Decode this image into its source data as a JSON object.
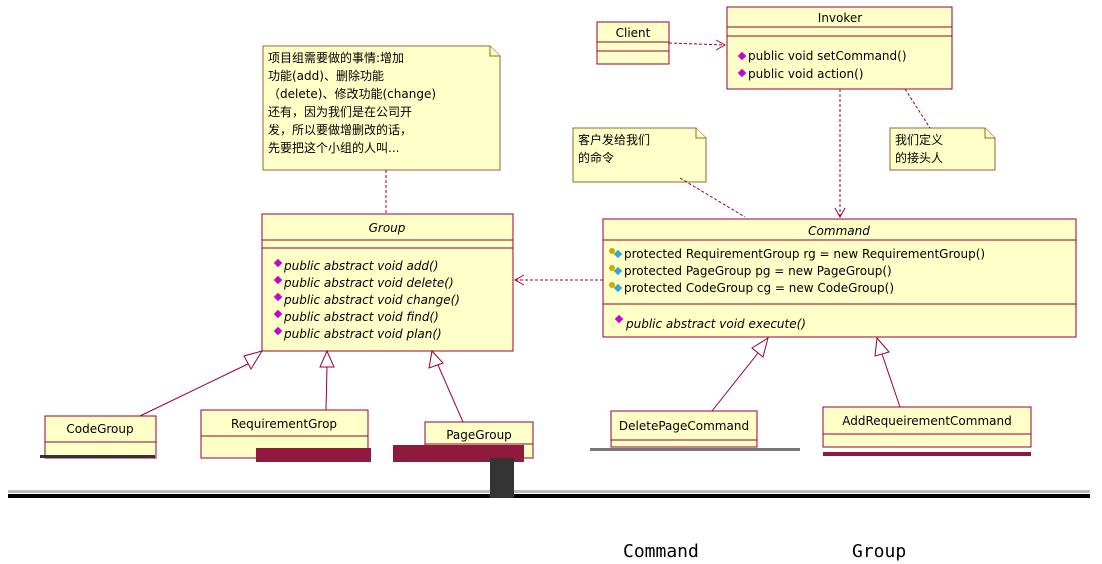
{
  "classes": {
    "client": {
      "name": "Client"
    },
    "invoker": {
      "name": "Invoker",
      "ops": [
        "public void setCommand()",
        "public void action()"
      ]
    },
    "group": {
      "name": "Group",
      "ops": [
        "public abstract void add()",
        "public abstract void delete()",
        "public abstract void change()",
        "public abstract void find()",
        "public abstract void plan()"
      ]
    },
    "command": {
      "name": "Command",
      "attrs": [
        "protected RequirementGroup rg = new RequirementGroup()",
        "protected PageGroup pg = new PageGroup()",
        "protected CodeGroup cg = new CodeGroup()"
      ],
      "ops": [
        "public abstract void execute()"
      ]
    },
    "codegroup": {
      "name": "CodeGroup"
    },
    "requirementgroup": {
      "name": "RequirementGrop"
    },
    "pagegroup": {
      "name": "PageGroup"
    },
    "deletepagecommand": {
      "name": "DeletePageCommand"
    },
    "addrequirementcommand": {
      "name": "AddRequeirementCommand"
    }
  },
  "notes": {
    "group_note": [
      "项目组需要做的事情:增加",
      "功能(add)、删除功能",
      "（delete)、修改功能(change)",
      "还有，因为我们是在公司开",
      "发，所以要做增删改的话，",
      "先要把这个小组的人叫..."
    ],
    "client_note": [
      "客户发给我们",
      "的命令"
    ],
    "invoker_note": [
      "我们定义",
      "的接头人"
    ]
  },
  "caption": {
    "left": "Command",
    "right": "Group"
  },
  "colors": {
    "fill": "#ffffc8",
    "border": "#990033",
    "op_icon": "#cc00cc",
    "attr_icon": "#33aacc",
    "key_icon": "#ccaa00"
  }
}
